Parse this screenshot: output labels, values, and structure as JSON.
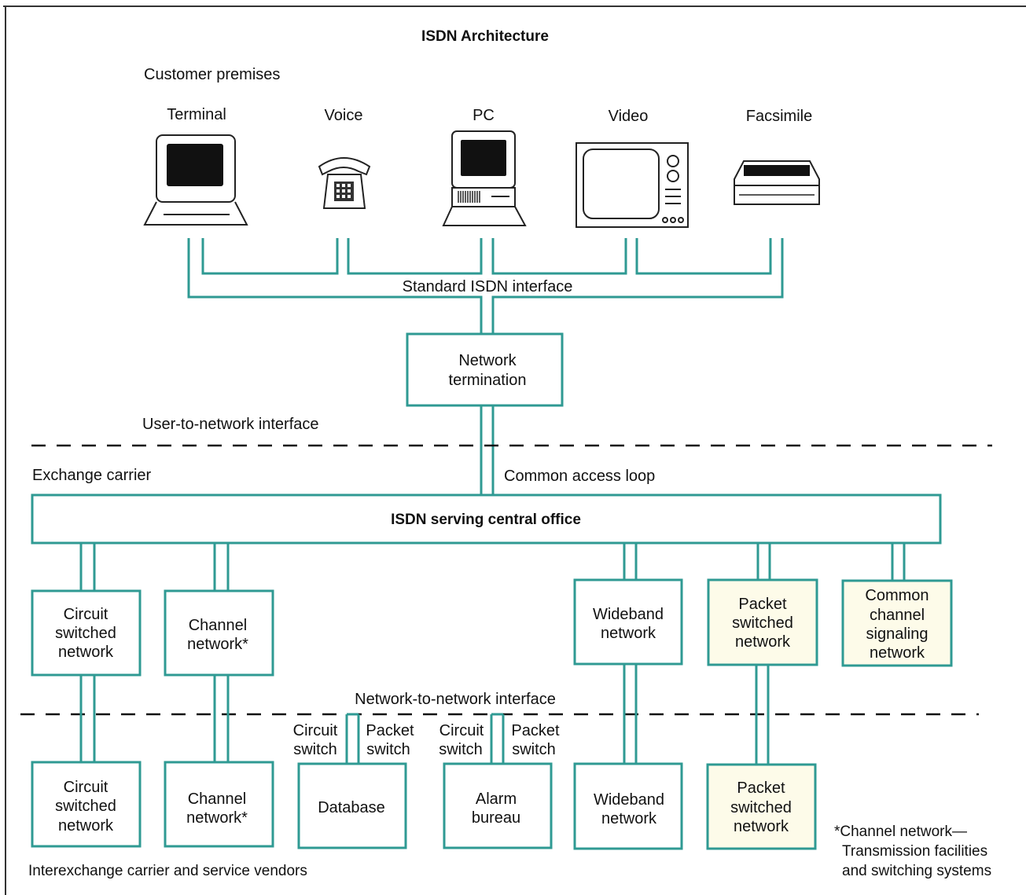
{
  "title": "ISDN Architecture",
  "customer_premises": "Customer premises",
  "devices": {
    "terminal": "Terminal",
    "voice": "Voice",
    "pc": "PC",
    "video": "Video",
    "facsimile": "Facsimile"
  },
  "standard_interface": "Standard ISDN interface",
  "network_termination": [
    "Network",
    "termination"
  ],
  "user_to_network": "User-to-network interface",
  "exchange_carrier": "Exchange carrier",
  "common_access_loop": "Common access loop",
  "central_office": "ISDN serving central office",
  "upper_nodes": {
    "circuit": [
      "Circuit",
      "switched",
      "network"
    ],
    "channel": [
      "Channel",
      "network*"
    ],
    "wideband": [
      "Wideband",
      "network"
    ],
    "packet": [
      "Packet",
      "switched",
      "network"
    ],
    "ccs": [
      "Common",
      "channel",
      "signaling",
      "network"
    ]
  },
  "network_to_network": "Network-to-network interface",
  "switch_labels": {
    "circuit": [
      "Circuit",
      "switch"
    ],
    "packet": [
      "Packet",
      "switch"
    ]
  },
  "lower_nodes": {
    "circuit": [
      "Circuit",
      "switched",
      "network"
    ],
    "channel": [
      "Channel",
      "network*"
    ],
    "database": "Database",
    "alarm": [
      "Alarm",
      "bureau"
    ],
    "wideband": [
      "Wideband",
      "network"
    ],
    "packet": [
      "Packet",
      "switched",
      "network"
    ]
  },
  "interexchange": "Interexchange carrier and service vendors",
  "footnote": [
    "*Channel network—",
    "Transmission facilities",
    "and switching systems"
  ],
  "colors": {
    "link": "#2f9a93",
    "box_fill_shaded": "#fdfbe9"
  }
}
